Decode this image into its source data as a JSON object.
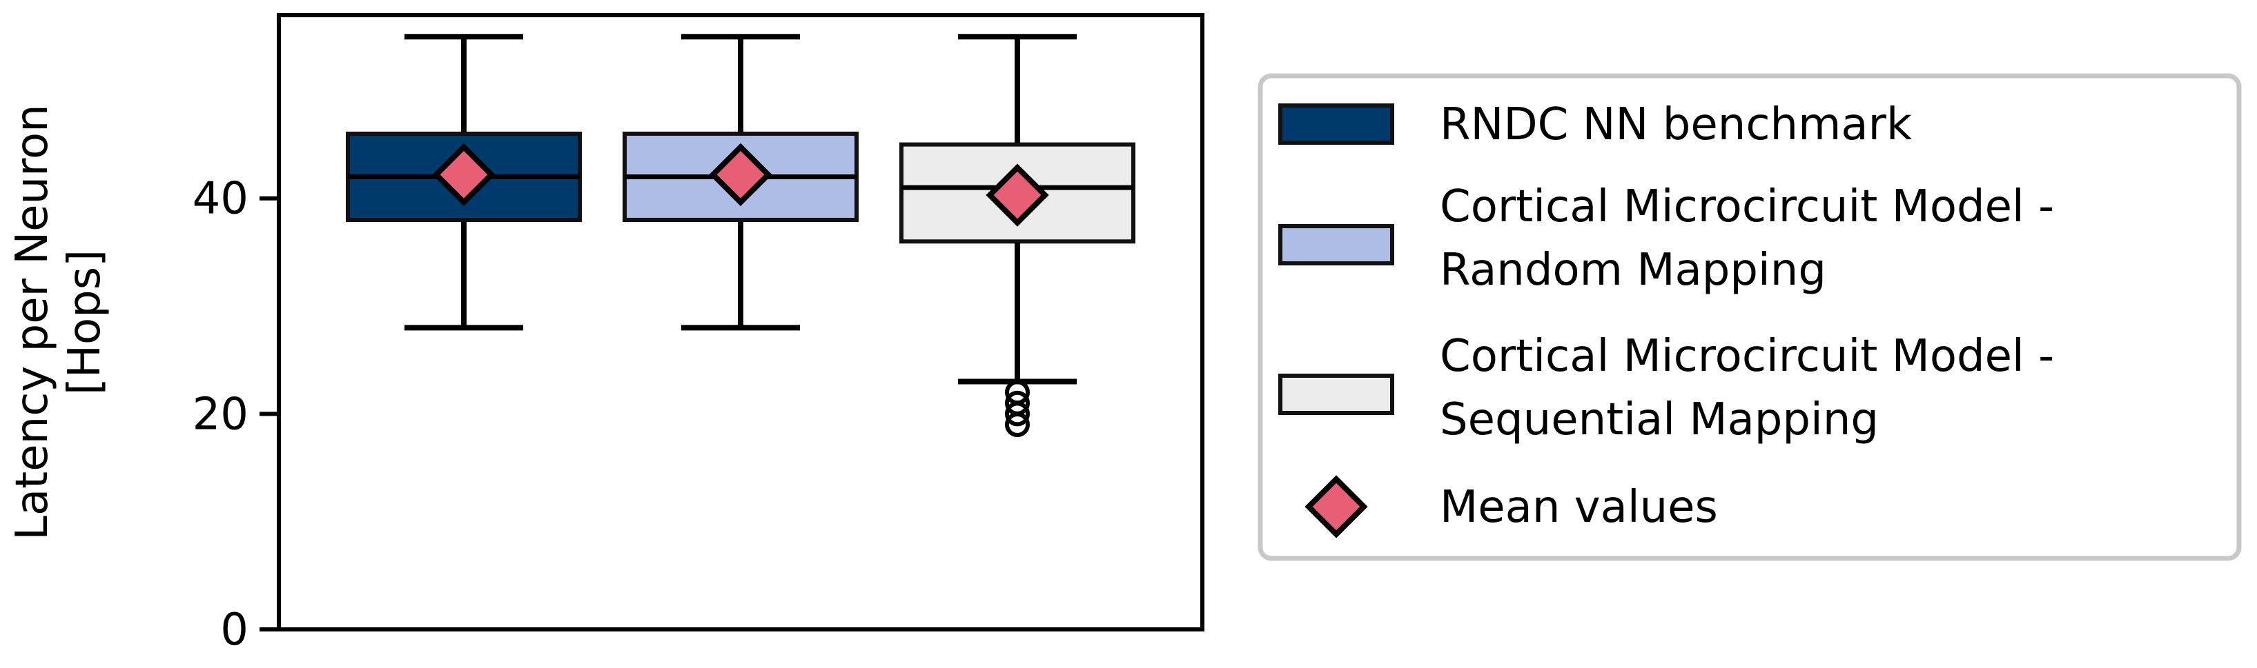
{
  "chart_data": {
    "type": "box",
    "title": "",
    "xlabel": "",
    "ylabel_lines": [
      "Latency per Neuron",
      "[Hops]"
    ],
    "ylim": [
      0,
      57
    ],
    "yticks": [
      0,
      20,
      40
    ],
    "grid": false,
    "legend_position": "right",
    "series": [
      {
        "name": "RNDC NN benchmark",
        "color": "#003a6d",
        "whisker_low": 28,
        "q1": 38,
        "median": 42,
        "q3": 46,
        "whisker_high": 55,
        "mean": 42.2,
        "outliers": []
      },
      {
        "name": "Cortical Microcircuit Model - Random Mapping",
        "legend_lines": [
          "Cortical Microcircuit Model -",
          "Random Mapping"
        ],
        "color": "#adbde6",
        "whisker_low": 28,
        "q1": 38,
        "median": 42,
        "q3": 46,
        "whisker_high": 55,
        "mean": 42.2,
        "outliers": []
      },
      {
        "name": "Cortical Microcircuit Model - Sequential Mapping",
        "legend_lines": [
          "Cortical Microcircuit Model -",
          "Sequential Mapping"
        ],
        "color": "#ebebeb",
        "whisker_low": 23,
        "q1": 36,
        "median": 41,
        "q3": 45,
        "whisker_high": 55,
        "mean": 40.3,
        "outliers": [
          22,
          21,
          20,
          19
        ]
      }
    ],
    "mean_marker": {
      "label": "Mean values",
      "color": "#e85f75",
      "shape": "diamond"
    }
  }
}
